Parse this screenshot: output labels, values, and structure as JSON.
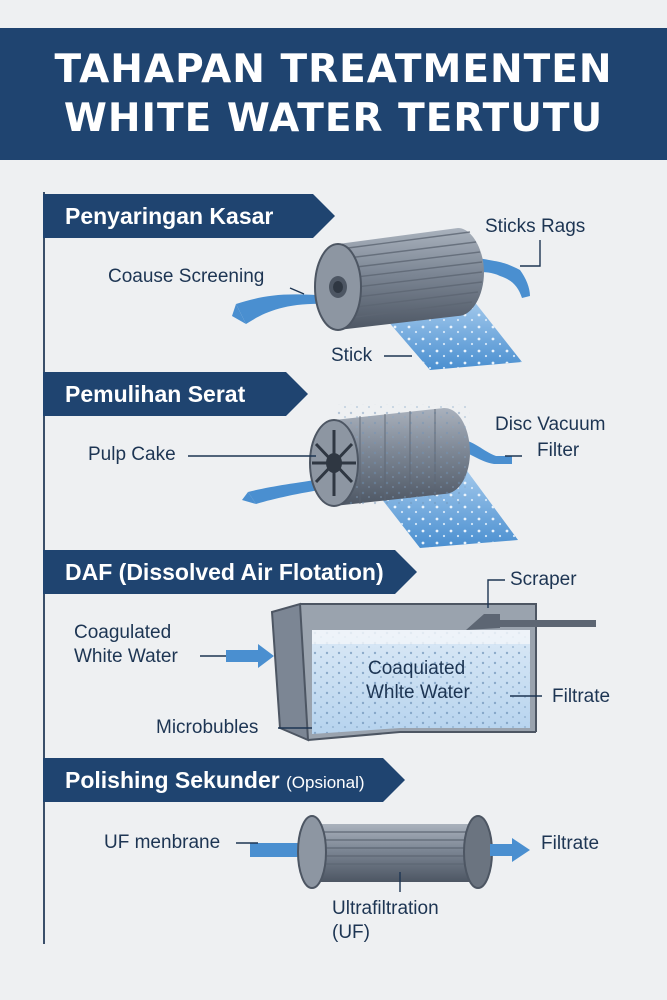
{
  "title": {
    "line1": "TAHAPAN TREATMENTEN",
    "line2": "WHITE WATER TERTUTU"
  },
  "colors": {
    "navy": "#1f4470",
    "water_blue": "#4a8fd0",
    "metal_gray": "#7c8694",
    "background": "#eef0f2"
  },
  "sections": {
    "s1": {
      "heading": "Penyaringan Kasar",
      "labels": {
        "coarse": "Coause Screening",
        "rejects": "Sticks  Rags",
        "stick": "Stick"
      }
    },
    "s2": {
      "heading": "Pemulihan Serat",
      "labels": {
        "pulp": "Pulp Cake",
        "disc_line1": "Disc Vacuum",
        "disc_line2": "Filter"
      }
    },
    "s3": {
      "heading": "DAF (Dissolved Air Flotation)",
      "labels": {
        "scraper": "Scraper",
        "inlet_line1": "Coagulated",
        "inlet_line2": "White Water",
        "tank_line1": "Coaquiated",
        "tank_line2": "Whlte Water",
        "filtrate": "Filtrate",
        "micro": "Microbubles"
      }
    },
    "s4": {
      "heading": "Polishing Sekunder",
      "heading_note": "(Opsional)",
      "labels": {
        "uf_membrane": "UF menbrane",
        "filtrate": "Filtrate",
        "uf_line1": "Ultrafiltration",
        "uf_line2": "(UF)"
      }
    }
  }
}
